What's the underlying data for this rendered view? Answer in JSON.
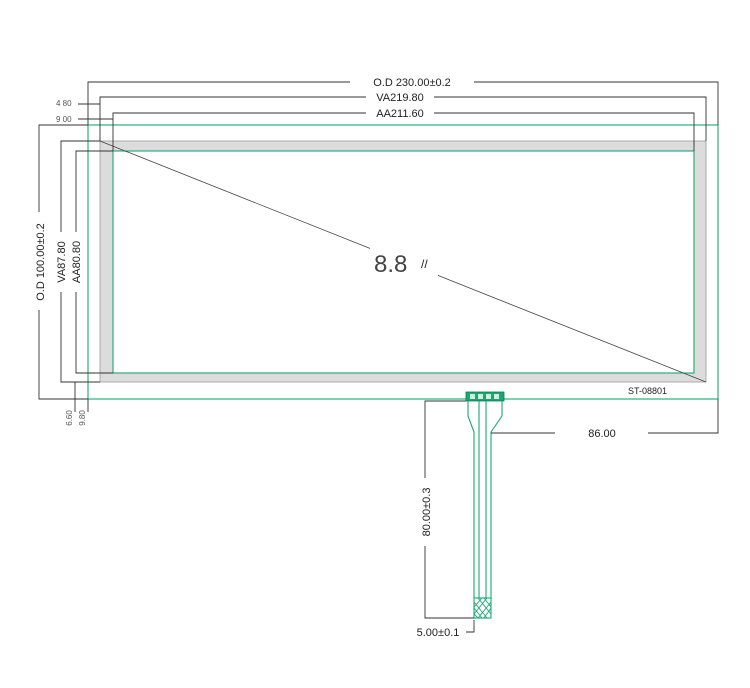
{
  "dimensions": {
    "outer_width": "O.D 230.00±0.2",
    "view_width": "VA219.80",
    "active_width": "AA211.60",
    "outer_height": "O.D  100.00±0.2",
    "view_height": "VA87.80",
    "active_height": "AA80.80",
    "top_offset_va": "4 80",
    "top_offset_aa": "9 00",
    "left_offset_va": "6.60",
    "left_offset_aa": "9.80",
    "tail_offset": "86.00",
    "tail_length": "80.00±0.3",
    "connector_width": "5.00±0.1"
  },
  "labels": {
    "diagonal_size": "8.8",
    "inch_mark": "//",
    "part_number": "ST-08801"
  },
  "colors": {
    "outline": "#18a870",
    "view_area": "#dcdcdc",
    "dimension_line": "#333333"
  }
}
